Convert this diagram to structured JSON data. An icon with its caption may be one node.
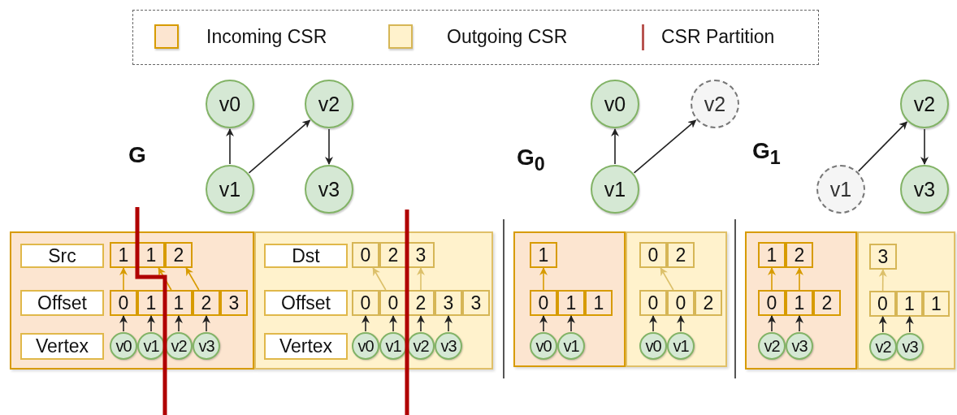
{
  "diagram": {
    "nodes": [
      {
        "text": [
          "v0"
        ]
      },
      {
        "text": [
          "v2"
        ]
      },
      {
        "text": [
          "v1"
        ]
      },
      {
        "text": [
          "v3"
        ]
      },
      {
        "text": [
          "v0"
        ]
      },
      {
        "text": [
          "v2"
        ]
      },
      {
        "text": [
          "v1"
        ]
      },
      {
        "text": [
          "v2"
        ]
      },
      {
        "text": [
          "v1"
        ]
      },
      {
        "text": [
          "v3"
        ]
      },
      {
        "text": [],
        "shape": "box"
      },
      {
        "text": [
          "Src"
        ],
        "in": 10
      },
      {
        "text": [
          "1"
        ],
        "in": 10
      },
      {
        "text": [
          "1"
        ],
        "in": 10
      },
      {
        "text": [
          "2"
        ],
        "in": 10
      },
      {
        "text": [
          "Offset"
        ],
        "in": 10
      },
      {
        "text": [
          "0"
        ],
        "in": 10
      },
      {
        "text": [
          "1"
        ],
        "in": 10
      },
      {
        "text": [
          "1"
        ],
        "in": 10
      },
      {
        "text": [
          "2"
        ],
        "in": 10
      },
      {
        "text": [
          "3"
        ],
        "in": 10
      },
      {
        "text": [
          "Vertex"
        ],
        "in": 10
      },
      {
        "text": [
          "v0"
        ],
        "in": 10
      },
      {
        "text": [
          "v1"
        ],
        "in": 10
      },
      {
        "text": [
          "v2"
        ],
        "in": 10
      },
      {
        "text": [
          "v3"
        ],
        "in": 10
      },
      {
        "text": [],
        "shape": "box"
      },
      {
        "text": [
          "Dst"
        ],
        "in": 26
      },
      {
        "text": [
          "0"
        ],
        "in": 26
      },
      {
        "text": [
          "2"
        ],
        "in": 26
      },
      {
        "text": [
          "3"
        ],
        "in": 26
      },
      {
        "text": [
          "Offset"
        ],
        "in": 26
      },
      {
        "text": [
          "0"
        ],
        "in": 26
      },
      {
        "text": [
          "0"
        ],
        "in": 26
      },
      {
        "text": [
          "2"
        ],
        "in": 26
      },
      {
        "text": [
          "3"
        ],
        "in": 26
      },
      {
        "text": [
          "3"
        ],
        "in": 26
      },
      {
        "text": [
          "Vertex"
        ],
        "in": 26
      },
      {
        "text": [
          "v0"
        ],
        "in": 26
      },
      {
        "text": [
          "v1"
        ],
        "in": 26
      },
      {
        "text": [
          "v2"
        ],
        "in": 26
      },
      {
        "text": [
          "v3"
        ],
        "in": 26
      },
      {
        "text": [],
        "shape": "box"
      },
      {
        "text": [
          "1"
        ],
        "in": 42
      },
      {
        "text": [
          "0"
        ],
        "in": 42
      },
      {
        "text": [
          "1"
        ],
        "in": 42
      },
      {
        "text": [
          "1"
        ],
        "in": 42
      },
      {
        "text": [
          "v0"
        ],
        "in": 42
      },
      {
        "text": [
          "v1"
        ],
        "in": 42
      },
      {
        "text": [],
        "shape": "box"
      },
      {
        "text": [
          "0"
        ],
        "in": 49
      },
      {
        "text": [
          "2"
        ],
        "in": 49
      },
      {
        "text": [
          "0"
        ],
        "in": 49
      },
      {
        "text": [
          "0"
        ],
        "in": 49
      },
      {
        "text": [
          "2"
        ],
        "in": 49
      },
      {
        "text": [
          "v0"
        ],
        "in": 49
      },
      {
        "text": [
          "v1"
        ],
        "in": 49
      },
      {
        "text": [],
        "shape": "box"
      },
      {
        "text": [
          "1"
        ],
        "in": 57
      },
      {
        "text": [
          "2"
        ],
        "in": 57
      },
      {
        "text": [
          "0"
        ],
        "in": 57
      },
      {
        "text": [
          "1"
        ],
        "in": 57
      },
      {
        "text": [
          "2"
        ],
        "in": 57
      },
      {
        "text": [
          "v2"
        ],
        "in": 57
      },
      {
        "text": [
          "v3"
        ],
        "in": 57
      },
      {
        "text": [],
        "shape": "box"
      },
      {
        "text": [
          "3"
        ],
        "in": 65
      },
      {
        "text": [
          "0"
        ],
        "in": 65
      },
      {
        "text": [
          "1"
        ],
        "in": 65
      },
      {
        "text": [
          "1"
        ],
        "in": 65
      },
      {
        "text": [
          "v2"
        ],
        "in": 65
      },
      {
        "text": [
          "v3"
        ],
        "in": 65
      }
    ],
    "edges": [
      {
        "from": 2,
        "to": 0,
        "arrow": "to"
      },
      {
        "from": 2,
        "to": 1,
        "arrow": "to"
      },
      {
        "from": 1,
        "to": 3,
        "arrow": "to"
      },
      {
        "from": 6,
        "to": 4,
        "arrow": "to"
      },
      {
        "from": 6,
        "to": 5,
        "arrow": "to"
      },
      {
        "from": 8,
        "to": 7,
        "arrow": "to"
      },
      {
        "from": 7,
        "to": 9,
        "arrow": "to"
      },
      {
        "from": 22,
        "to": 16,
        "arrow": "to"
      },
      {
        "from": 23,
        "to": 17,
        "arrow": "to"
      },
      {
        "from": 24,
        "to": 18,
        "arrow": "to"
      },
      {
        "from": 25,
        "to": 19,
        "arrow": "to"
      },
      {
        "from": 16,
        "to": 12,
        "arrow": "to",
        "color": "#d79b00"
      },
      {
        "from": 18,
        "to": 13,
        "arrow": "to",
        "color": "#d79b00"
      },
      {
        "from": 19,
        "to": 14,
        "arrow": "to",
        "color": "#d79b00"
      },
      {
        "from": 38,
        "to": 32,
        "arrow": "to"
      },
      {
        "from": 39,
        "to": 33,
        "arrow": "to"
      },
      {
        "from": 40,
        "to": 34,
        "arrow": "to"
      },
      {
        "from": 41,
        "to": 35,
        "arrow": "to"
      },
      {
        "from": 33,
        "to": 28,
        "arrow": "to",
        "color": "#dcc06a"
      },
      {
        "from": 34,
        "to": 30,
        "arrow": "to",
        "color": "#dcc06a"
      },
      {
        "from": 47,
        "to": 44,
        "arrow": "to"
      },
      {
        "from": 48,
        "to": 45,
        "arrow": "to"
      },
      {
        "from": 44,
        "to": 43,
        "arrow": "to",
        "color": "#d79b00"
      },
      {
        "from": 55,
        "to": 52,
        "arrow": "to"
      },
      {
        "from": 56,
        "to": 53,
        "arrow": "to"
      },
      {
        "from": 53,
        "to": 50,
        "arrow": "to",
        "color": "#dcc06a"
      },
      {
        "from": 63,
        "to": 60,
        "arrow": "to"
      },
      {
        "from": 64,
        "to": 61,
        "arrow": "to"
      },
      {
        "from": 60,
        "to": 58,
        "arrow": "to",
        "color": "#d79b00"
      },
      {
        "from": 61,
        "to": 59,
        "arrow": "to",
        "color": "#d79b00"
      },
      {
        "from": 70,
        "to": 67,
        "arrow": "to"
      },
      {
        "from": 71,
        "to": 68,
        "arrow": "to"
      },
      {
        "from": 67,
        "to": 66,
        "arrow": "to",
        "color": "#dcc06a"
      }
    ],
    "labels": [
      "G",
      "G$_{0}$",
      "G$_{1}$"
    ],
    "legend": [
      {
        "text": "Incoming CSR",
        "color": "#fce5d0"
      },
      {
        "text": "Outgoing CSR",
        "color": "#fff2cc"
      },
      {
        "text": "CSR Partition"
      }
    ]
  }
}
